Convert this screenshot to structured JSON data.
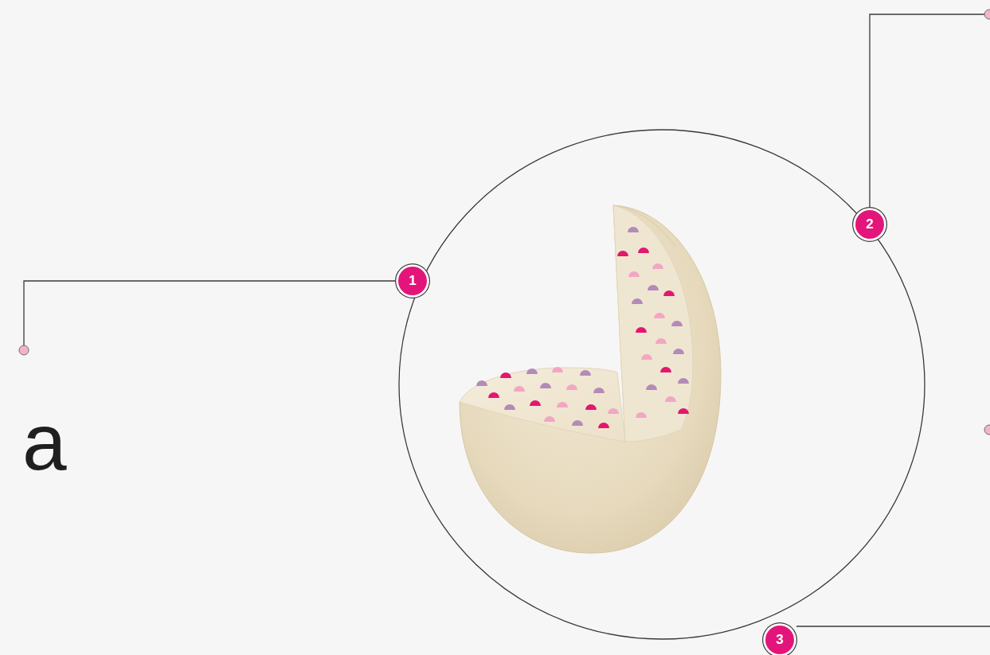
{
  "diagram": {
    "nodes": [
      {
        "text": [
          "1"
        ]
      },
      {
        "text": [
          "2"
        ]
      },
      {
        "text": [
          "3"
        ]
      }
    ],
    "labels": [
      "a"
    ]
  }
}
